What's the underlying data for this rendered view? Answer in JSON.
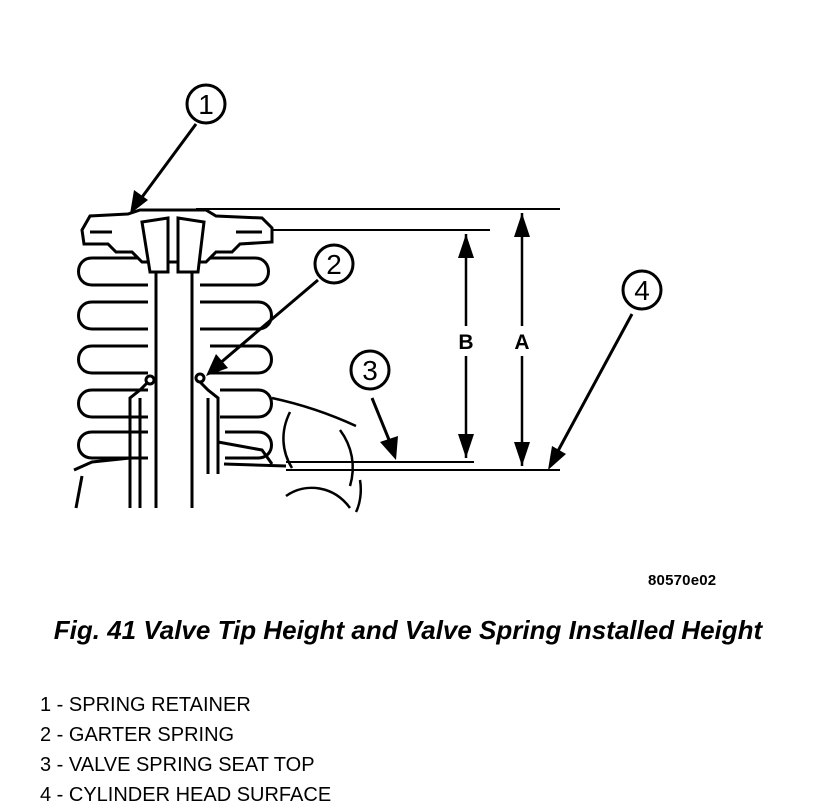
{
  "figure": {
    "reference_code": "80570e02",
    "caption": "Fig. 41 Valve Tip Height and Valve Spring Installed Height"
  },
  "callouts": [
    {
      "number": "1"
    },
    {
      "number": "2"
    },
    {
      "number": "3"
    },
    {
      "number": "4"
    }
  ],
  "dimensions": [
    {
      "label": "A"
    },
    {
      "label": "B"
    }
  ],
  "legend": [
    {
      "text": "1 - SPRING RETAINER"
    },
    {
      "text": "2 - GARTER SPRING"
    },
    {
      "text": "3 - VALVE SPRING SEAT TOP"
    },
    {
      "text": "4 - CYLINDER HEAD SURFACE"
    }
  ]
}
